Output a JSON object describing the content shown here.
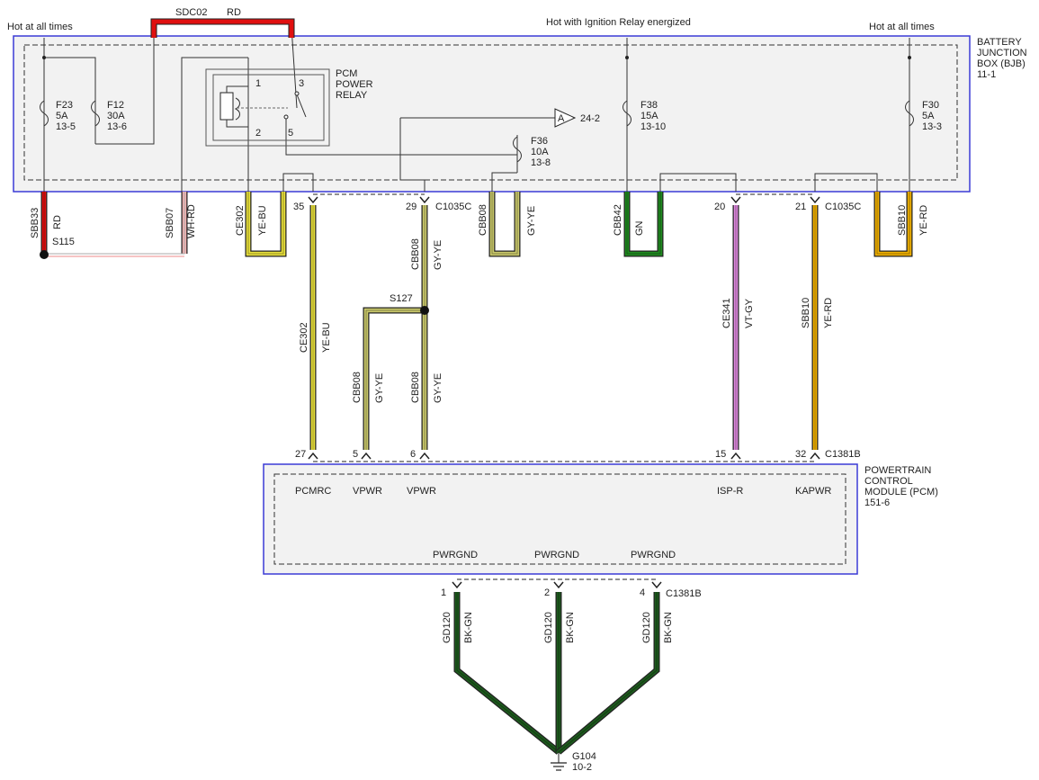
{
  "headers": {
    "hot_left": "Hot at all times",
    "hot_mid": "Hot with Ignition Relay energized",
    "hot_right": "Hot at all times"
  },
  "bjb": {
    "l1": "BATTERY",
    "l2": "JUNCTION",
    "l3": "BOX (BJB)",
    "ref": "11-1"
  },
  "pcm": {
    "l1": "POWERTRAIN",
    "l2": "CONTROL",
    "l3": "MODULE (PCM)",
    "ref": "151-6"
  },
  "relay": {
    "l1": "PCM",
    "l2": "POWER",
    "l3": "RELAY",
    "pins": [
      "1",
      "2",
      "3",
      "5"
    ]
  },
  "fuses": [
    {
      "id": "F23",
      "amps": "5A",
      "ref": "13-5"
    },
    {
      "id": "F12",
      "amps": "30A",
      "ref": "13-6"
    },
    {
      "id": "F36",
      "amps": "10A",
      "ref": "13-8"
    },
    {
      "id": "F38",
      "amps": "15A",
      "ref": "13-10"
    },
    {
      "id": "F30",
      "amps": "5A",
      "ref": "13-3"
    }
  ],
  "offpage": {
    "letter": "A",
    "ref": "24-2"
  },
  "top_wire": {
    "circuit": "SDC02",
    "color": "RD"
  },
  "wires": [
    {
      "circuit": "SBB33",
      "color": "RD",
      "hex": "#e01010"
    },
    {
      "circuit": "SBB07",
      "color": "WH-RD",
      "hex": "#f3b0b0"
    },
    {
      "circuit": "CE302",
      "color": "YE-BU",
      "hex": "#e8e03a"
    },
    {
      "circuit": "CBB08",
      "color": "GY-YE",
      "hex": "#c9c86a"
    },
    {
      "circuit": "CBB42",
      "color": "GN",
      "hex": "#1f8a1f"
    },
    {
      "circuit": "CE341",
      "color": "VT-GY",
      "hex": "#dd88dd"
    },
    {
      "circuit": "SBB10",
      "color": "YE-RD",
      "hex": "#f0b000"
    },
    {
      "circuit": "GD120",
      "color": "BK-GN",
      "hex": "#1d5a1d"
    }
  ],
  "splices": {
    "s115": "S115",
    "s127": "S127"
  },
  "connectors": {
    "c1035c": "C1035C",
    "c1381b": "C1381B"
  },
  "pins_top": [
    "35",
    "29",
    "20",
    "21"
  ],
  "pins_pcm": [
    "27",
    "5",
    "6",
    "15",
    "32"
  ],
  "pcm_signals": [
    "PCMRC",
    "VPWR",
    "VPWR",
    "ISP-R",
    "KAPWR"
  ],
  "ground_pins": [
    "1",
    "2",
    "4"
  ],
  "ground_label": "PWRGND",
  "ground": {
    "id": "G104",
    "ref": "10-2"
  },
  "colors": {
    "box_border": "#3b3bd6",
    "box_fill": "#f2f2f2"
  }
}
